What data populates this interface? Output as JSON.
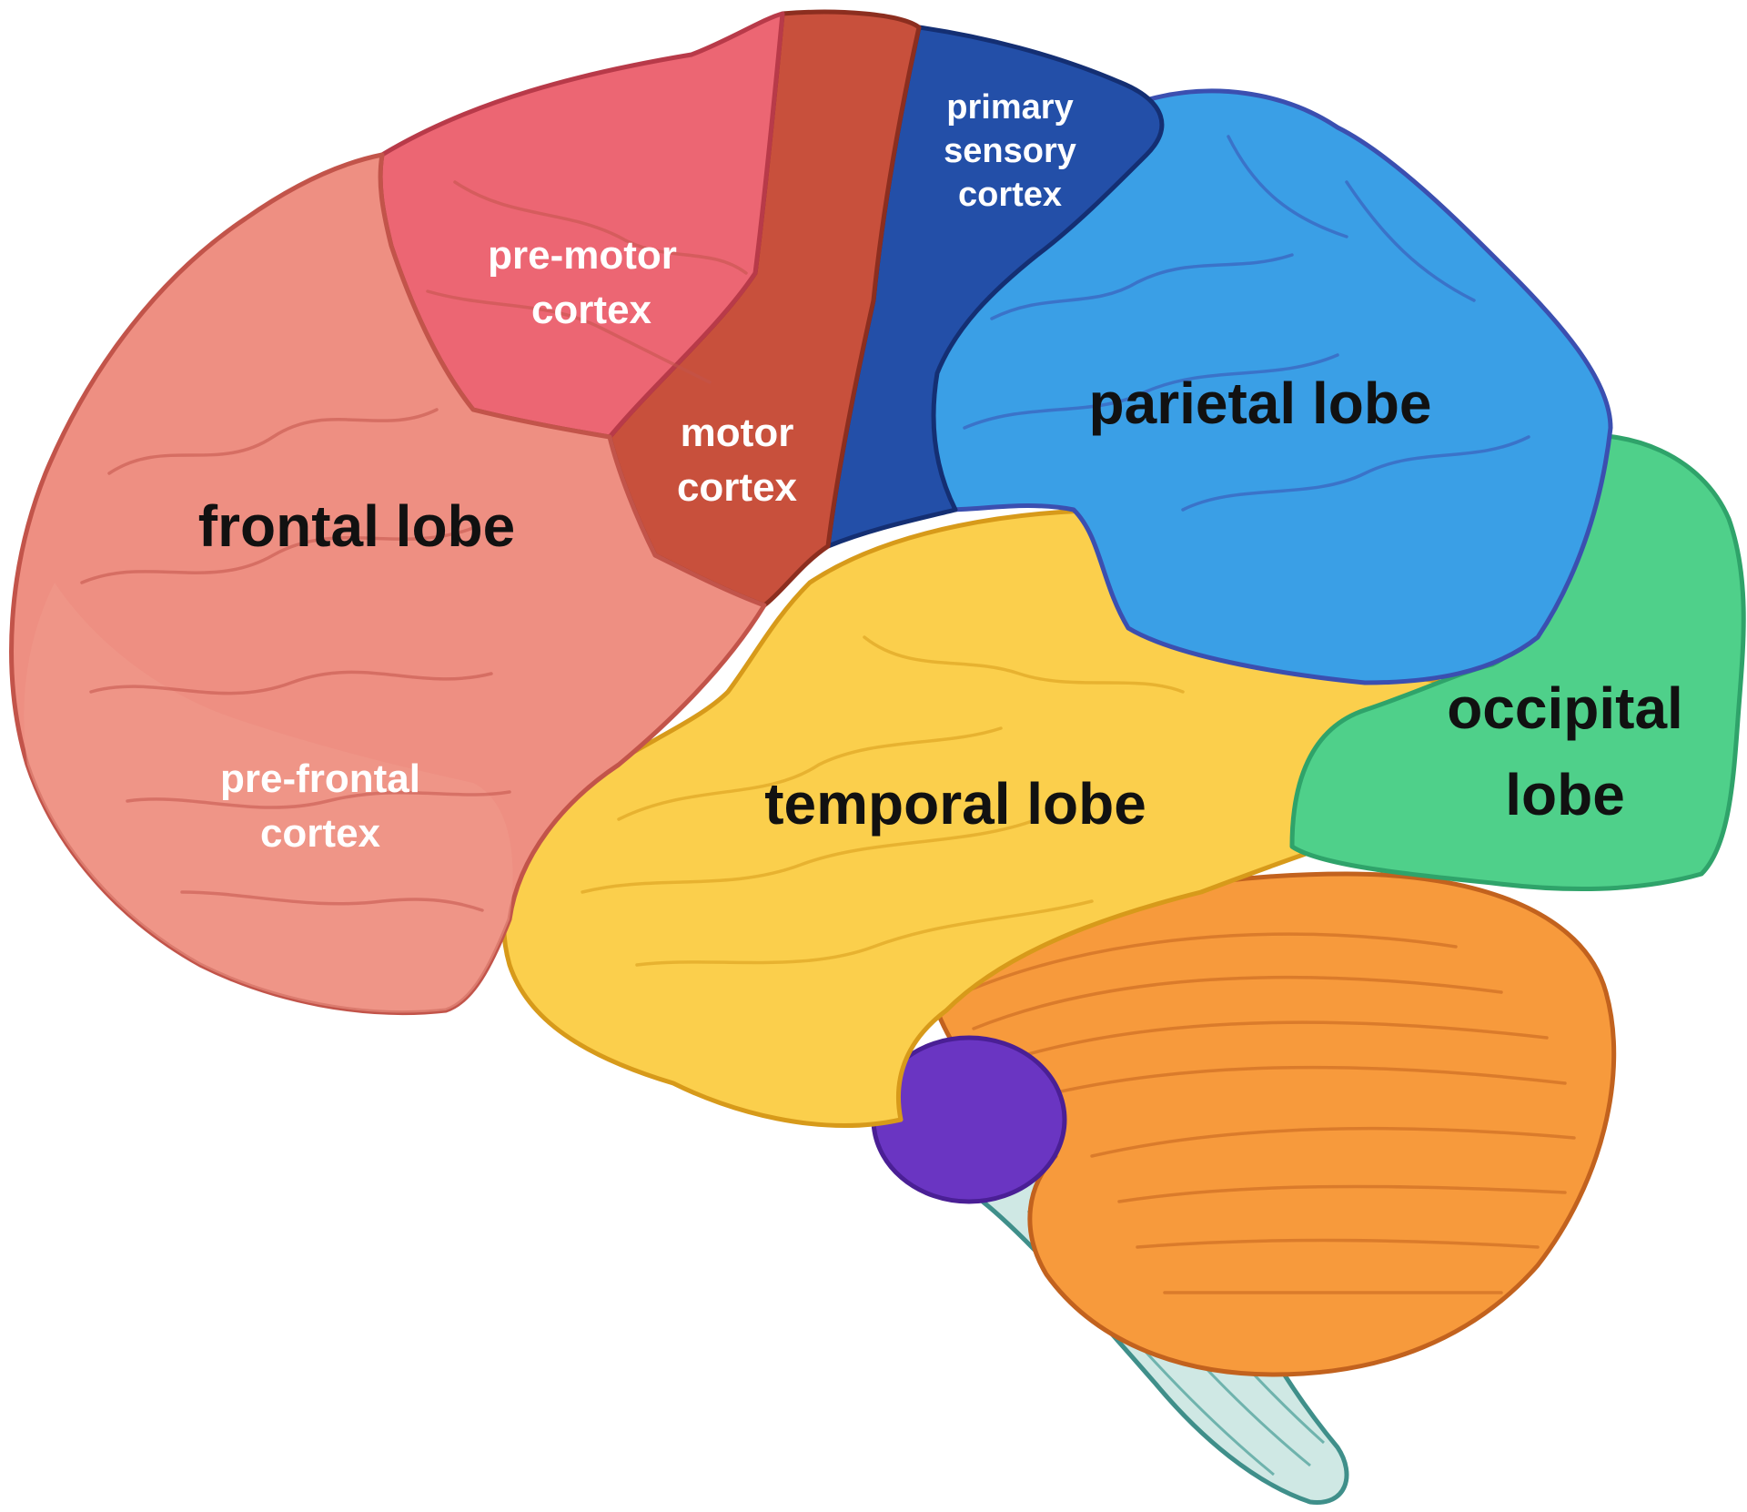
{
  "labels": {
    "frontal_lobe": "frontal lobe",
    "parietal_lobe": "parietal lobe",
    "temporal_lobe": "temporal lobe",
    "occipital_lobe_line1": "occipital",
    "occipital_lobe_line2": "lobe",
    "premotor_line1": "pre-motor",
    "premotor_line2": "cortex",
    "motor_line1": "motor",
    "motor_line2": "cortex",
    "primary_sensory_line1": "primary",
    "primary_sensory_line2": "sensory",
    "primary_sensory_line3": "cortex",
    "prefrontal_line1": "pre-frontal",
    "prefrontal_line2": "cortex"
  },
  "colors": {
    "frontal": "#ee8f82",
    "prefrontal": "#f09a8c",
    "premotor": "#ec6673",
    "motor": "#c8503c",
    "primary_sensory": "#234fa8",
    "parietal": "#3a9fe6",
    "occipital": "#4fd08a",
    "temporal": "#fbcf4c",
    "cerebellum": "#f79a3c",
    "pituitary": "#6a35c2",
    "brainstem": "#cfe8e4"
  }
}
